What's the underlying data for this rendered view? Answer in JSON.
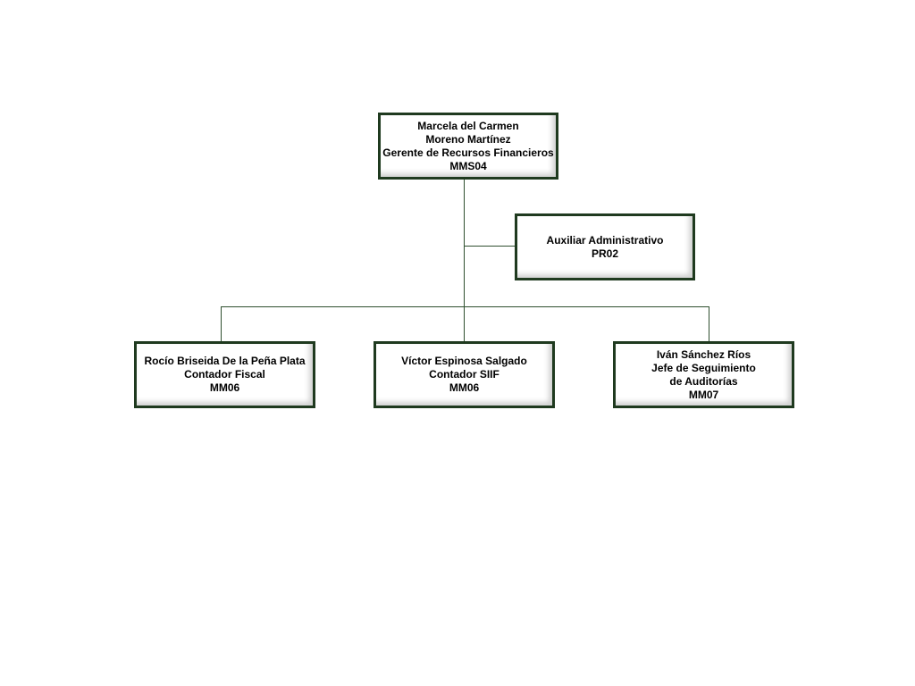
{
  "org_chart": {
    "gerente": {
      "lines": [
        "Marcela del Carmen",
        "Moreno Martínez",
        "Gerente de Recursos Financieros",
        "MMS04"
      ]
    },
    "auxiliar": {
      "lines": [
        "Auxiliar Administrativo",
        "PR02"
      ]
    },
    "contador_fiscal": {
      "lines": [
        "Rocío Briseida De la Peña Plata",
        "Contador Fiscal",
        "MM06"
      ]
    },
    "contador_siif": {
      "lines": [
        "Víctor Espinosa Salgado",
        "Contador SIIF",
        "MM06"
      ]
    },
    "jefe_seguimiento": {
      "lines": [
        "Iván Sánchez Ríos",
        "Jefe de Seguimiento",
        "de Auditorías",
        "MM07"
      ]
    }
  },
  "colors": {
    "border": "#1f3a1f",
    "connector": "#2f4f2f"
  }
}
